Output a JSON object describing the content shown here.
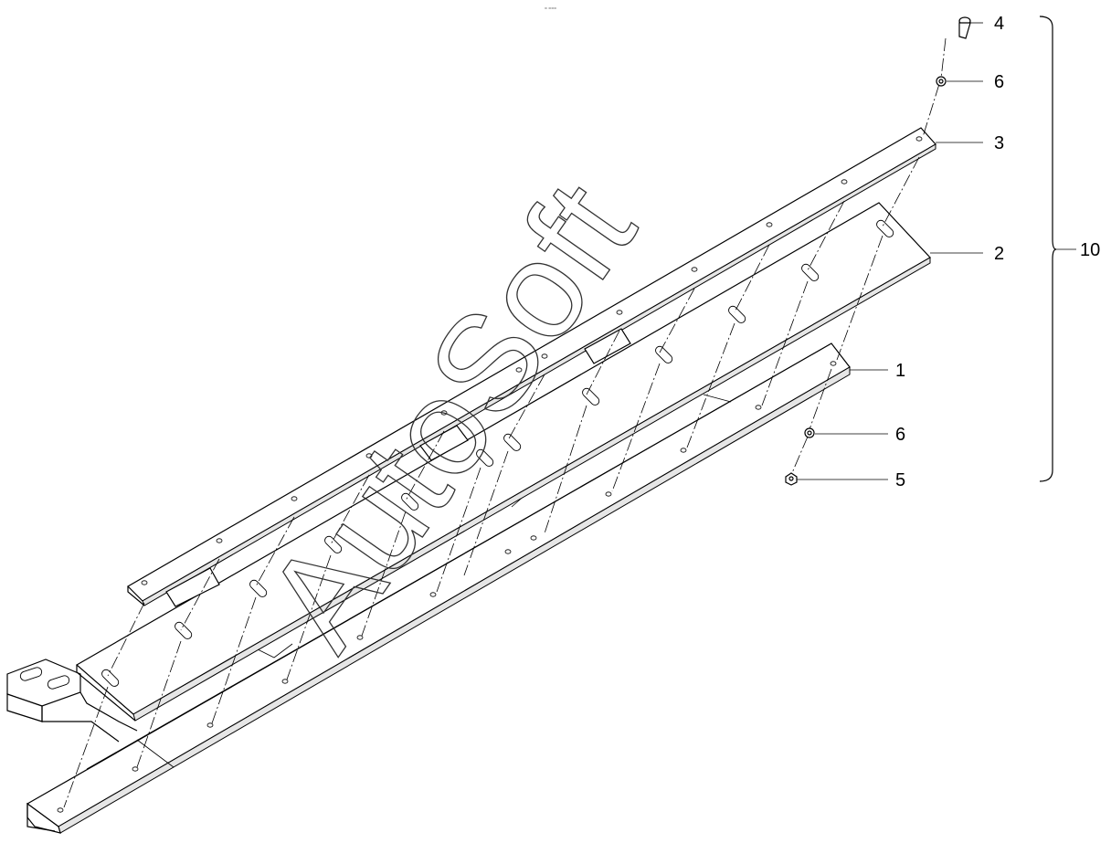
{
  "diagram": {
    "watermark": "AutoSoft",
    "top_mark": "= ===",
    "callouts": [
      {
        "id": "c4",
        "label": "4"
      },
      {
        "id": "c6a",
        "label": "6"
      },
      {
        "id": "c3",
        "label": "3"
      },
      {
        "id": "c2",
        "label": "2"
      },
      {
        "id": "c1",
        "label": "1"
      },
      {
        "id": "c6b",
        "label": "6"
      },
      {
        "id": "c5",
        "label": "5"
      },
      {
        "id": "c10",
        "label": "10"
      }
    ]
  }
}
